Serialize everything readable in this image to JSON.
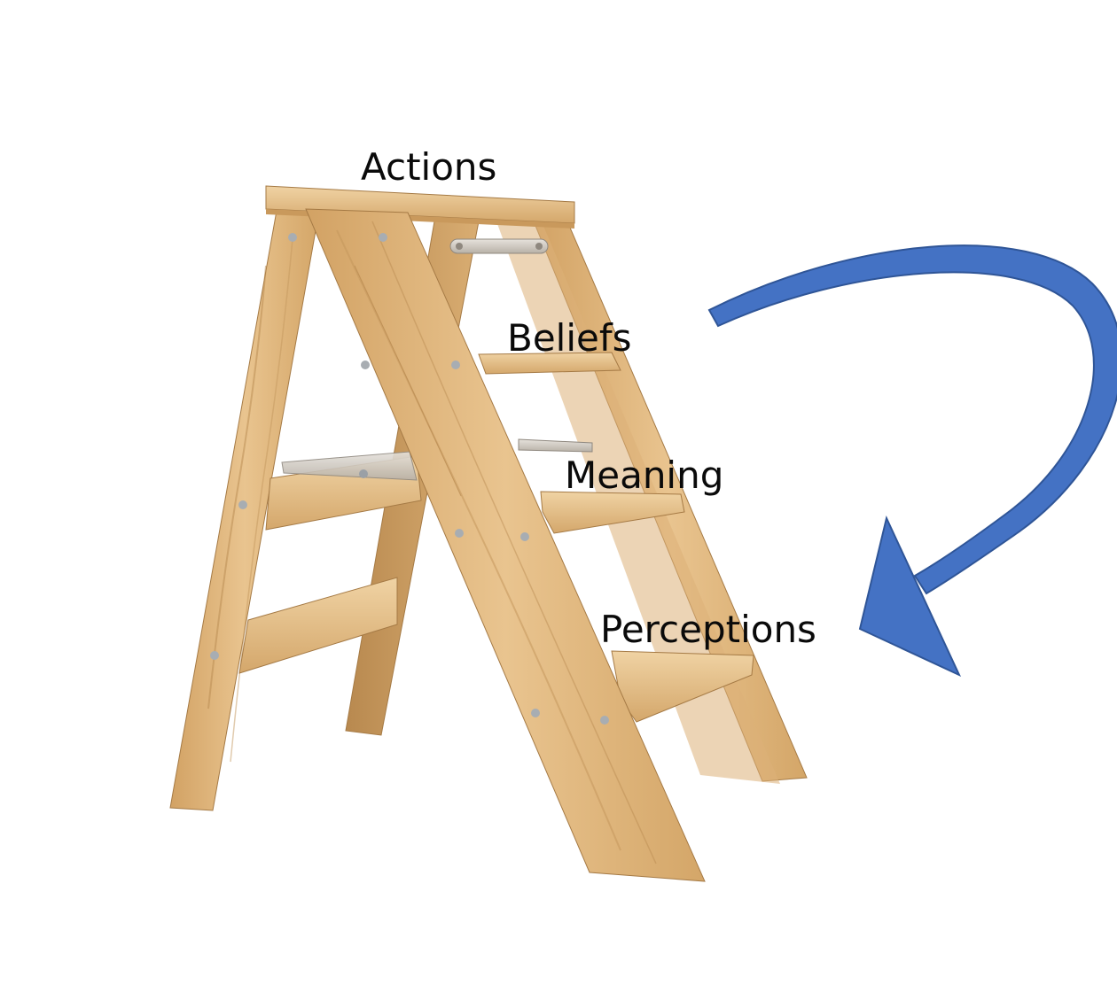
{
  "labels": {
    "actions": "Actions",
    "beliefs": "Beliefs",
    "meaning": "Meaning",
    "perceptions": "Perceptions"
  },
  "colors": {
    "background": "#ffffff",
    "arrow_fill": "#4472c4",
    "arrow_stroke": "#2f5597",
    "wood_light": "#e8c08a",
    "wood_mid": "#d6a86c",
    "wood_dark": "#b78a52",
    "hinge_metal": "#c9c3bb",
    "text": "#0a0a0a"
  },
  "icons": {
    "ladder": "step-ladder-illustration",
    "arrow": "curved-arrow-icon"
  }
}
